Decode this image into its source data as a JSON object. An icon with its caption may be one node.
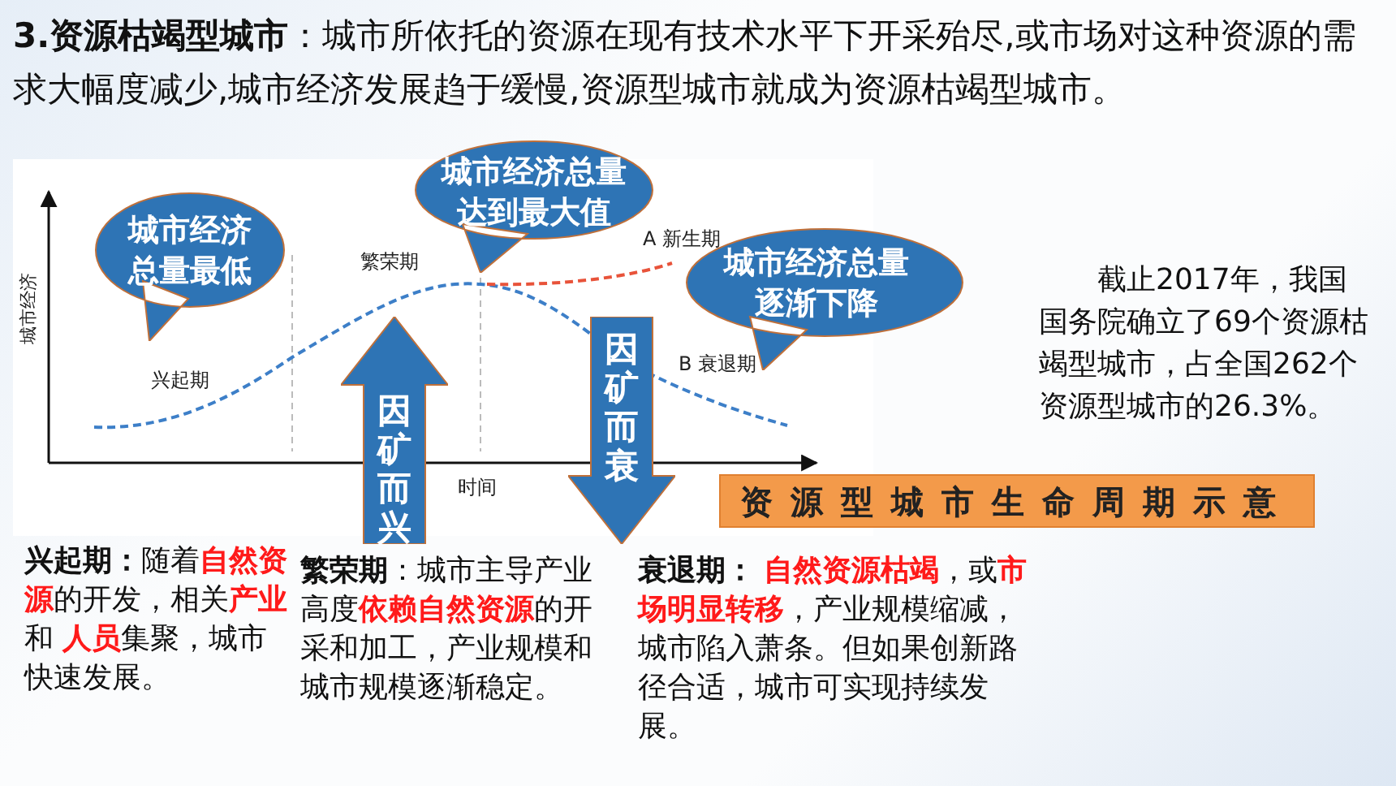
{
  "diagram": {
    "nodes": [
      {
        "text": [
          "城市经济总量达到最大值"
        ]
      },
      {
        "text": [
          "城市经济总量最低"
        ]
      },
      {
        "text": [
          "城市经济总量逐渐下降"
        ]
      },
      {
        "text": [
          "因矿而兴"
        ]
      },
      {
        "text": [
          "因矿而衰"
        ]
      },
      {
        "text": [
          "资源型城市生命周期示意"
        ]
      }
    ],
    "edges": [],
    "labels": [
      "**3.资源枯竭型城市**：城市所依托的资源在现有技术水平下开采殆尽,或市场对这种资源的需求大幅度减少,城市经济发展趋于缓慢,资源型城市就成为资源枯竭型城市。",
      "A 新生期",
      "繁荣期",
      "城市经济",
      "B 衰退期",
      "兴起期",
      "时间",
      "截止2017年，我国国务院确立了69个资源枯竭型城市，占全国262个资源型城市的26.3%。",
      "**兴起期：**随着**自然资源**的开发，相关**产业**和 **人员**集聚，城市快速发展。",
      "**繁荣期**：城市主导产业高度**依赖自然资源**的开采和加工，产业规模和城市规模逐渐稳定。",
      "**衰退期：** **自然资源枯竭**，或**市场明显转移**，产业规模缩减，城市陷入萧条。但如果创新路径合适，城市可实现持续发展。"
    ]
  }
}
